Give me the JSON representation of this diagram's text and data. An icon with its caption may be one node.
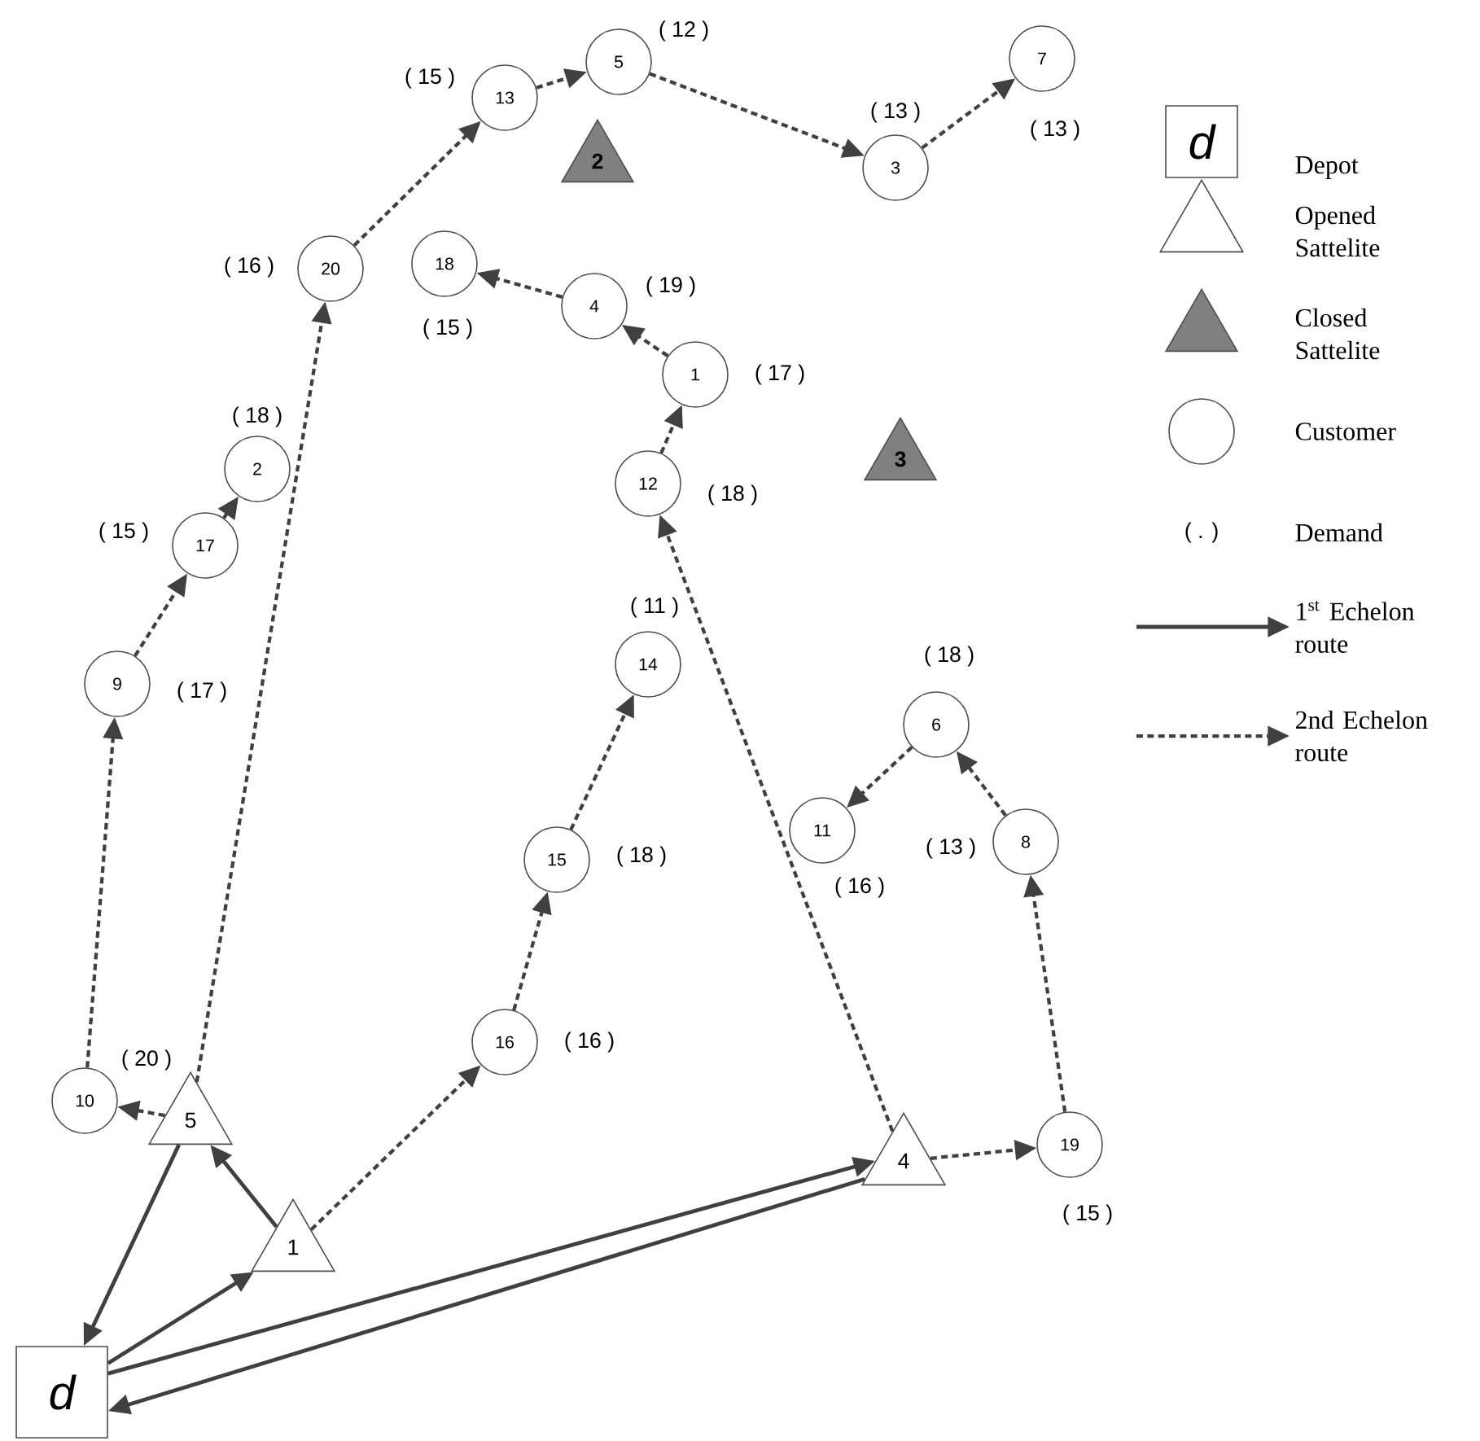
{
  "diagram": {
    "nodes": [
      {
        "text": [
          "d"
        ]
      },
      {
        "text": [
          "5"
        ]
      },
      {
        "text": [
          "1"
        ]
      },
      {
        "text": [
          "4"
        ]
      },
      {
        "text": [
          "2"
        ]
      },
      {
        "text": [
          "3"
        ]
      },
      {
        "text": [
          "10"
        ],
        "beside": [
          "( 20 )"
        ]
      },
      {
        "text": [
          "9"
        ],
        "beside": [
          "( 17 )"
        ]
      },
      {
        "text": [
          "17"
        ],
        "beside": [
          "( 15 )"
        ]
      },
      {
        "text": [
          "2"
        ],
        "beside": [
          "( 18 )"
        ]
      },
      {
        "text": [
          "20"
        ],
        "beside": [
          "( 16 )"
        ]
      },
      {
        "text": [
          "13"
        ],
        "beside": [
          "( 15 )"
        ]
      },
      {
        "text": [
          "5"
        ],
        "beside": [
          "( 12 )"
        ]
      },
      {
        "text": [
          "3"
        ],
        "beside": [
          "( 13 )"
        ]
      },
      {
        "text": [
          "7"
        ],
        "beside": [
          "( 13 )"
        ]
      },
      {
        "text": [
          "16"
        ],
        "beside": [
          "( 16 )"
        ]
      },
      {
        "text": [
          "15"
        ],
        "beside": [
          "( 18 )"
        ]
      },
      {
        "text": [
          "14"
        ],
        "beside": [
          "( 11 )"
        ]
      },
      {
        "text": [
          "12"
        ],
        "beside": [
          "( 18 )"
        ]
      },
      {
        "text": [
          "1"
        ],
        "beside": [
          "( 17 )"
        ]
      },
      {
        "text": [
          "4"
        ],
        "beside": [
          "( 19 )"
        ]
      },
      {
        "text": [
          "18"
        ],
        "beside": [
          "( 15 )"
        ]
      },
      {
        "text": [
          "19"
        ],
        "beside": [
          "( 15 )"
        ]
      },
      {
        "text": [
          "8"
        ],
        "beside": [
          "( 13 )"
        ]
      },
      {
        "text": [
          "6"
        ],
        "beside": [
          "( 18 )"
        ]
      },
      {
        "text": [
          "11"
        ],
        "beside": [
          "( 16 )"
        ]
      }
    ],
    "edges": [
      {
        "from": 1,
        "to": 0,
        "arrow": "to"
      },
      {
        "from": 0,
        "to": 2,
        "arrow": "to"
      },
      {
        "from": 2,
        "to": 1,
        "arrow": "to"
      },
      {
        "from": 0,
        "to": 3,
        "arrow": "to"
      },
      {
        "from": 3,
        "to": 0,
        "arrow": "to"
      },
      {
        "from": 1,
        "to": 6,
        "arrow": "to",
        "style": "dashed"
      },
      {
        "from": 1,
        "to": 10,
        "arrow": "to",
        "style": "dashed"
      },
      {
        "from": 6,
        "to": 7,
        "arrow": "to",
        "style": "dashed"
      },
      {
        "from": 7,
        "to": 8,
        "arrow": "to",
        "style": "dashed"
      },
      {
        "from": 8,
        "to": 9,
        "arrow": "to",
        "style": "dashed"
      },
      {
        "from": 10,
        "to": 11,
        "arrow": "to",
        "style": "dashed"
      },
      {
        "from": 11,
        "to": 12,
        "arrow": "to",
        "style": "dashed"
      },
      {
        "from": 12,
        "to": 13,
        "arrow": "to",
        "style": "dashed"
      },
      {
        "from": 13,
        "to": 14,
        "arrow": "to",
        "style": "dashed"
      },
      {
        "from": 2,
        "to": 15,
        "arrow": "to",
        "style": "dashed"
      },
      {
        "from": 15,
        "to": 16,
        "arrow": "to",
        "style": "dashed"
      },
      {
        "from": 16,
        "to": 17,
        "arrow": "to",
        "style": "dashed"
      },
      {
        "from": 3,
        "to": 18,
        "arrow": "to",
        "style": "dashed"
      },
      {
        "from": 18,
        "to": 19,
        "arrow": "to",
        "style": "dashed"
      },
      {
        "from": 19,
        "to": 20,
        "arrow": "to",
        "style": "dashed"
      },
      {
        "from": 20,
        "to": 21,
        "arrow": "to",
        "style": "dashed"
      },
      {
        "from": 3,
        "to": 22,
        "arrow": "to",
        "style": "dashed"
      },
      {
        "from": 22,
        "to": 23,
        "arrow": "to",
        "style": "dashed"
      },
      {
        "from": 23,
        "to": 24,
        "arrow": "to",
        "style": "dashed"
      },
      {
        "from": 24,
        "to": 25,
        "arrow": "to",
        "style": "dashed"
      }
    ],
    "labels": [
      "d",
      "( . )"
    ],
    "legend": [
      {
        "text": "Depot"
      },
      {
        "text": "Opened Sattelite"
      },
      {
        "text": "Closed Sattelite"
      },
      {
        "text": "Customer"
      },
      {
        "text": "Demand"
      },
      {
        "text": "1$^{st}$ Echelon route"
      },
      {
        "text": "2nd Echelon route"
      }
    ]
  }
}
